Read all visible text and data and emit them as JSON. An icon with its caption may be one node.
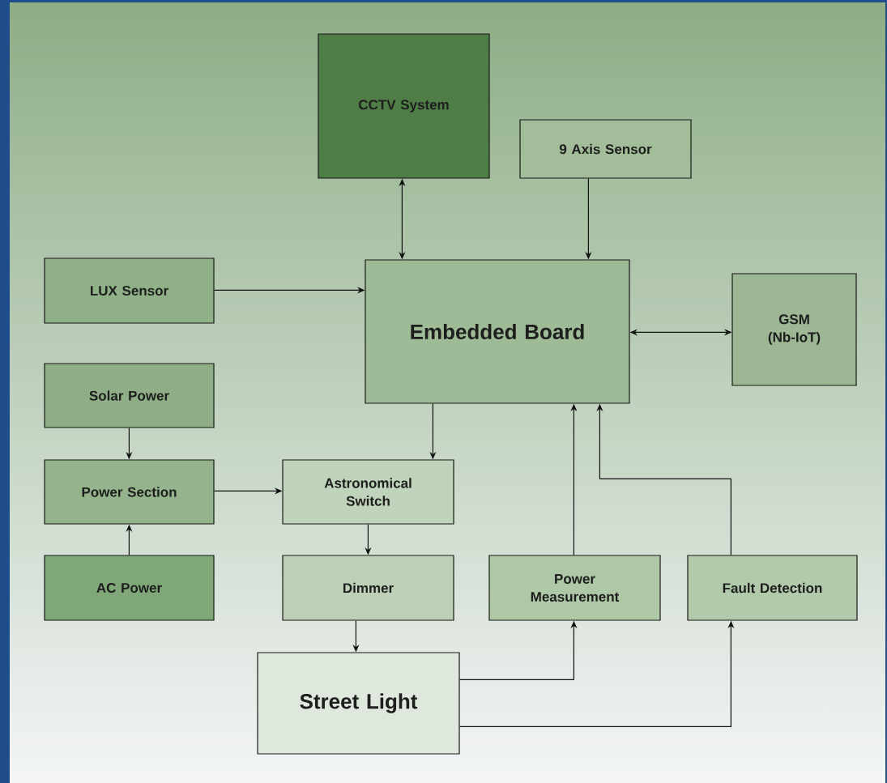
{
  "diagram": {
    "nodes": [
      {
        "text": [
          "CCTV System"
        ]
      },
      {
        "text": [
          "9 Axis Sensor"
        ]
      },
      {
        "text": [
          "LUX Sensor"
        ]
      },
      {
        "text": [
          "Embedded Board"
        ]
      },
      {
        "text": [
          "GSM (Nb-IoT)"
        ]
      },
      {
        "text": [
          "Solar Power"
        ]
      },
      {
        "text": [
          "Power Section"
        ]
      },
      {
        "text": [
          "Astronomical Switch"
        ]
      },
      {
        "text": [
          "AC Power"
        ]
      },
      {
        "text": [
          "Dimmer"
        ]
      },
      {
        "text": [
          "Power Measurement"
        ]
      },
      {
        "text": [
          "Fault Detection"
        ]
      },
      {
        "text": [
          "Street Light"
        ]
      }
    ],
    "edges": [
      {
        "from": 0,
        "to": 3,
        "arrow": "both"
      },
      {
        "from": 1,
        "to": 3,
        "arrow": "to"
      },
      {
        "from": 2,
        "to": 3,
        "arrow": "to"
      },
      {
        "from": 3,
        "to": 4,
        "arrow": "both"
      },
      {
        "from": 5,
        "to": 6,
        "arrow": "to"
      },
      {
        "from": 8,
        "to": 6,
        "arrow": "to"
      },
      {
        "from": 6,
        "to": 7,
        "arrow": "to"
      },
      {
        "from": 3,
        "to": 7,
        "arrow": "to"
      },
      {
        "from": 7,
        "to": 9,
        "arrow": "to"
      },
      {
        "from": 9,
        "to": 12,
        "arrow": "to"
      },
      {
        "from": 12,
        "to": 10,
        "arrow": "to"
      },
      {
        "from": 12,
        "to": 11,
        "arrow": "to"
      },
      {
        "from": 10,
        "to": 3,
        "arrow": "to"
      },
      {
        "from": 11,
        "to": 3,
        "arrow": "to"
      }
    ]
  }
}
